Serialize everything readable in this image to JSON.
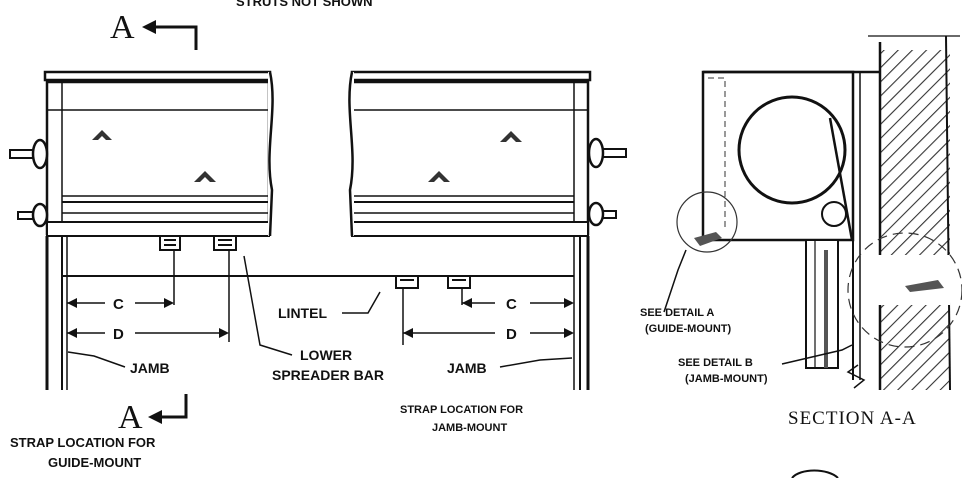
{
  "header": {
    "top_cut_text": "STRUTS NOT SHOWN"
  },
  "section_markers": {
    "top": "A",
    "bottom": "A"
  },
  "dimensions": {
    "left_c": "C",
    "left_d": "D",
    "right_c": "C",
    "right_d": "D"
  },
  "labels": {
    "lintel": "LINTEL",
    "lower_spreader_bar_line1": "LOWER",
    "lower_spreader_bar_line2": "SPREADER BAR",
    "jamb_left": "JAMB",
    "jamb_right": "JAMB",
    "strap_guide_line1": "STRAP LOCATION FOR",
    "strap_guide_line2": "GUIDE-MOUNT",
    "strap_jamb_line1": "STRAP LOCATION FOR",
    "strap_jamb_line2": "JAMB-MOUNT"
  },
  "section_view": {
    "detail_a_line1": "SEE DETAIL A",
    "detail_a_line2": "(GUIDE-MOUNT)",
    "detail_b_line1": "SEE DETAIL B",
    "detail_b_line2": "(JAMB-MOUNT)",
    "title": "SECTION A-A"
  }
}
